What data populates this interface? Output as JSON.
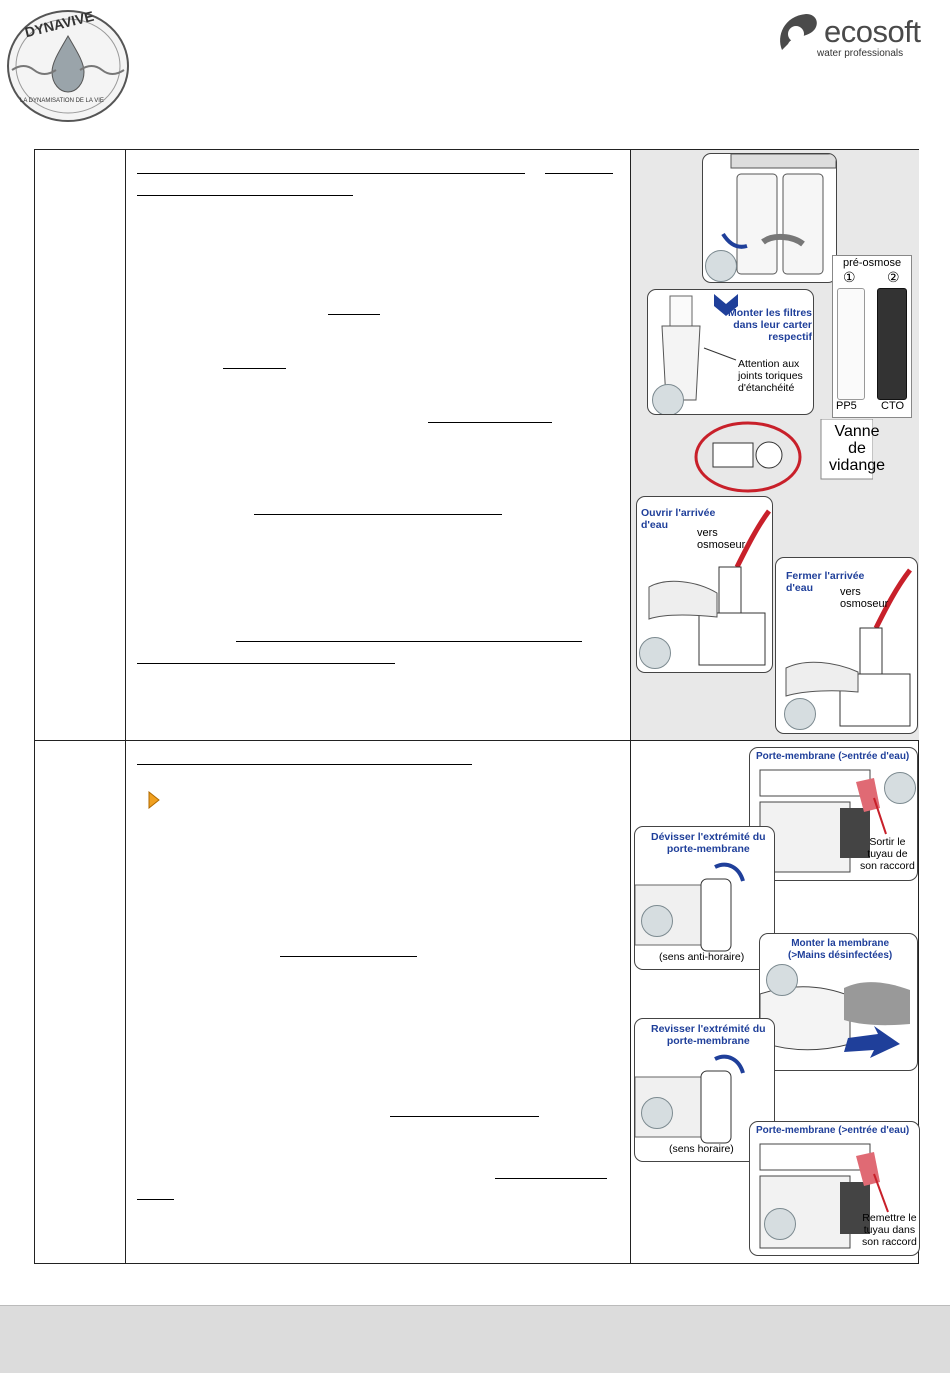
{
  "logos": {
    "left_brand": "DYNAVIVE",
    "left_tagline": "LA DYNAMISATION DE LA VIE",
    "right_brand": "ecosoft",
    "right_tagline": "water professionals"
  },
  "row1_images": {
    "preosmose_title": "pré-osmose",
    "num1": "①",
    "num2": "②",
    "filter1_label": "PP5",
    "filter2_label": "CTO",
    "mount_filters": "Monter les filtres\ndans leur carter\nrespectif",
    "joints_warning": "Attention aux\njoints toriques\nd'étanchéité",
    "vanne": "Vanne\nde\nvidange",
    "open_water": "Ouvrir l'arrivée\nd'eau",
    "to_osmoseur_1": "vers\nosmoseur",
    "close_water": "Fermer l'arrivée\nd'eau",
    "to_osmoseur_2": "vers\nosmoseur"
  },
  "row2_images": {
    "holder_title_1": "Porte-membrane (>entrée d'eau)",
    "remove_tube": "Sortir le\ntuyau de\nson raccord",
    "unscrew": "Dévisser l'extrémité du\nporte-membrane",
    "anticlockwise": "(sens anti-horaire)",
    "mount_membrane": "Monter la membrane\n(>Mains désinfectées)",
    "rescrew": "Revisser l'extrémité du\nporte-membrane",
    "clockwise": "(sens horaire)",
    "holder_title_2": "Porte-membrane (>entrée d'eau)",
    "replace_tube": "Remettre le\ntuyau dans\nson raccord"
  }
}
